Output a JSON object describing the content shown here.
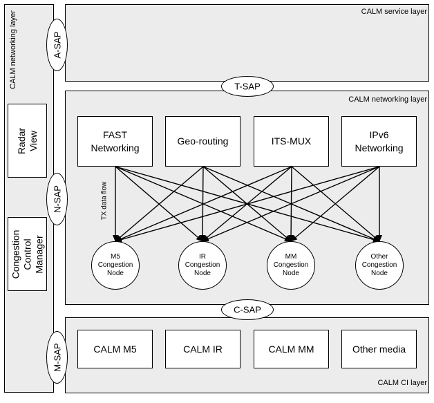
{
  "left_bar": {
    "label": "CALM networking layer"
  },
  "service_layer": {
    "label": "CALM service layer"
  },
  "networking_layer": {
    "label": "CALM networking layer"
  },
  "ci_layer": {
    "label": "CALM CI layer"
  },
  "saps": {
    "a": "A-SAP",
    "t": "T-SAP",
    "n": "N-SAP",
    "c": "C-SAP",
    "m": "M-SAP"
  },
  "side_boxes": {
    "radar": "Radar View",
    "congestion": "Congestion\nControl\nManager"
  },
  "protocols": [
    "FAST\nNetworking",
    "Geo-routing",
    "ITS-MUX",
    "IPv6\nNetworking"
  ],
  "nodes": [
    "M5\nCongestion\nNode",
    "IR\nCongestion\nNode",
    "MM\nCongestion\nNode",
    "Other\nCongestion\nNode"
  ],
  "media": [
    "CALM M5",
    "CALM IR",
    "CALM MM",
    "Other media"
  ],
  "flow_label": "TX data flow"
}
